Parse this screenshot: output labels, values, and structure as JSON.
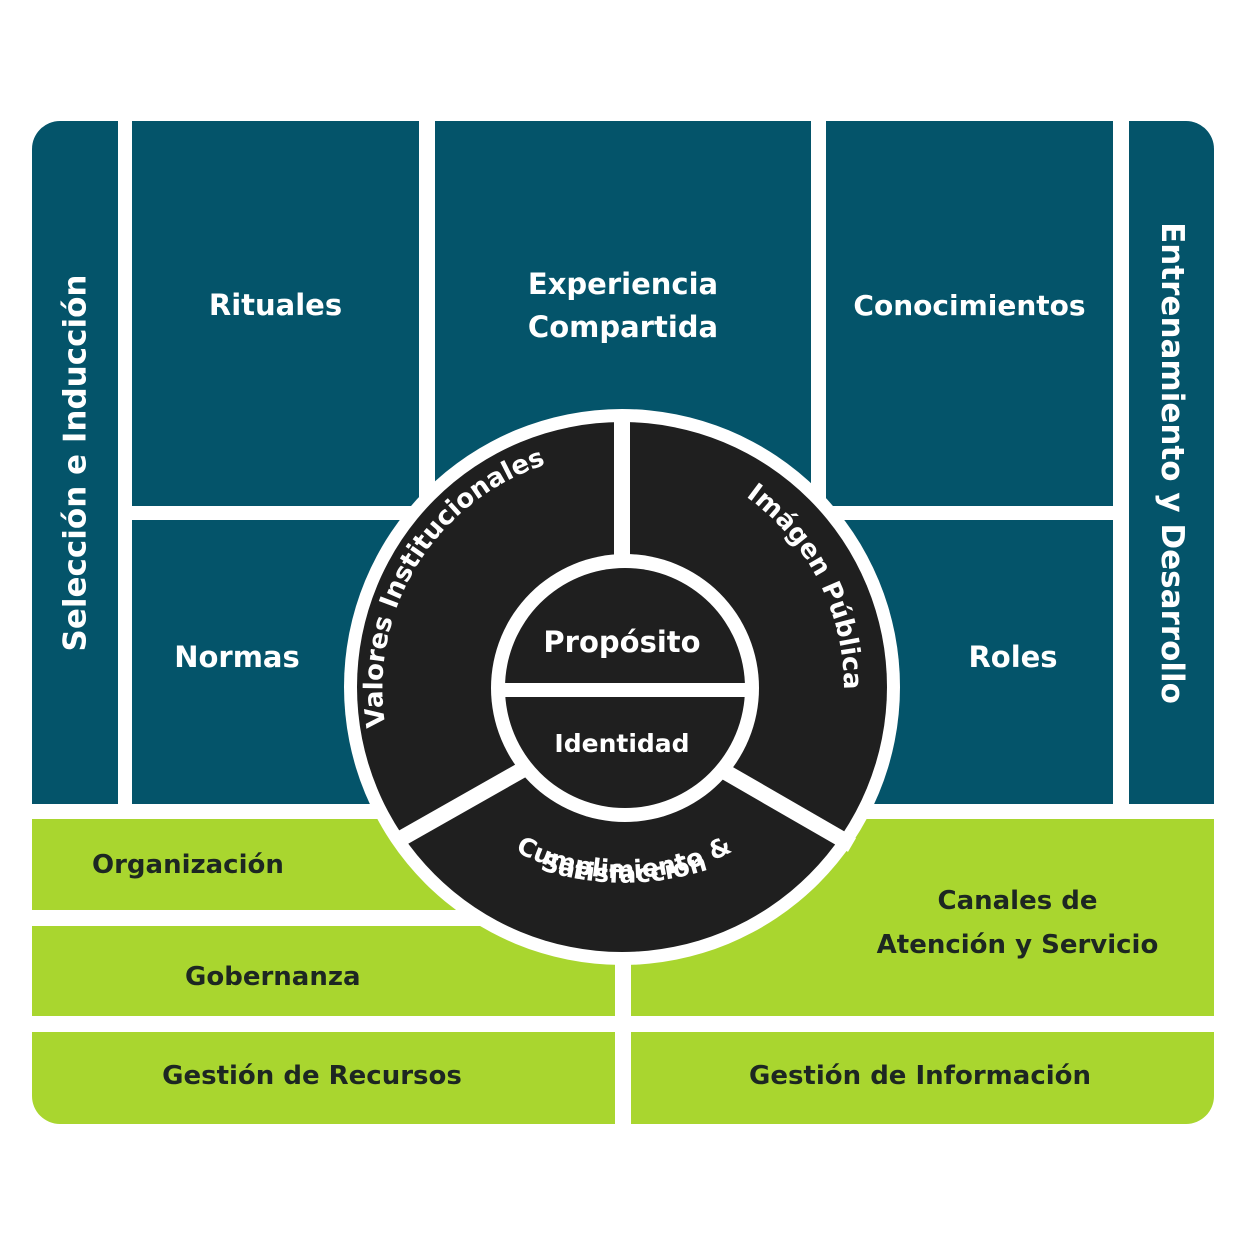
{
  "side": {
    "left": "Selección e Inducción",
    "right": "Entrenamiento y Desarrollo"
  },
  "blocks": {
    "rituales": "Rituales",
    "experiencia": "Experiencia\nCompartida",
    "conocimientos": "Conocimientos",
    "normas": "Normas",
    "roles": "Roles"
  },
  "green": {
    "organizacion": "Organización",
    "gobernanza": "Gobernanza",
    "canales": "Canales de\nAtención y Servicio",
    "recursos": "Gestión de Recursos",
    "informacion": "Gestión de Información"
  },
  "ring": {
    "valores": "Valores Institucionales",
    "imagen": "Imágen Pública",
    "cumplimiento_1": "Cumplimiento &",
    "cumplimiento_2": "Satisfacción"
  },
  "core": {
    "proposito": "Propósito",
    "identidad": "Identidad"
  },
  "colors": {
    "teal": "#04546a",
    "green": "#a9d62f",
    "dark": "#1f1f1f",
    "white": "#ffffff"
  }
}
